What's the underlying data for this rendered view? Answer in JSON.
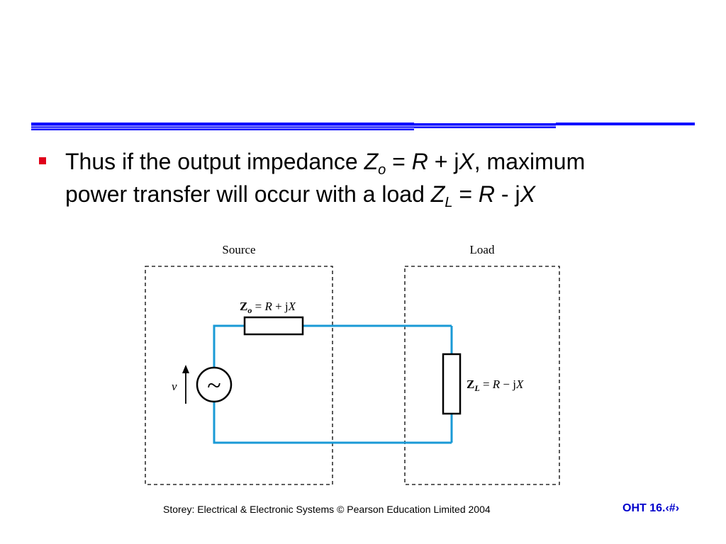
{
  "colors": {
    "accent_blue": "#0000ff",
    "bullet_red": "#e0001a",
    "wire_blue": "#1a9ad6",
    "footer_page_blue": "#0000cc"
  },
  "bullet": {
    "line1": {
      "prefix": "Thus if the output impedance ",
      "z": "Z",
      "z_sub": "o",
      "eq": " = ",
      "r": "R",
      "plus_j": " + j",
      "x": "X",
      "suffix": ", maximum"
    },
    "line2": {
      "prefix": "power transfer will occur with a load ",
      "z": "Z",
      "z_sub": "L",
      "eq": " = ",
      "r": "R",
      "minus_j": " - j",
      "x": "X"
    }
  },
  "diagram": {
    "source_label": "Source",
    "load_label": "Load",
    "zo_label": {
      "z": "Z",
      "sub": "o",
      "eq": " = ",
      "r": "R",
      "plus_j": " + j",
      "x": "X"
    },
    "zl_label": {
      "z": "Z",
      "sub": "L",
      "eq": " = ",
      "r": "R",
      "minus_j": " − j",
      "x": "X"
    },
    "voltage_label": "v",
    "ac_symbol": "~"
  },
  "footer": {
    "credit": "Storey: Electrical & Electronic Systems © Pearson Education Limited 2004",
    "page": "OHT 16.‹#›"
  }
}
